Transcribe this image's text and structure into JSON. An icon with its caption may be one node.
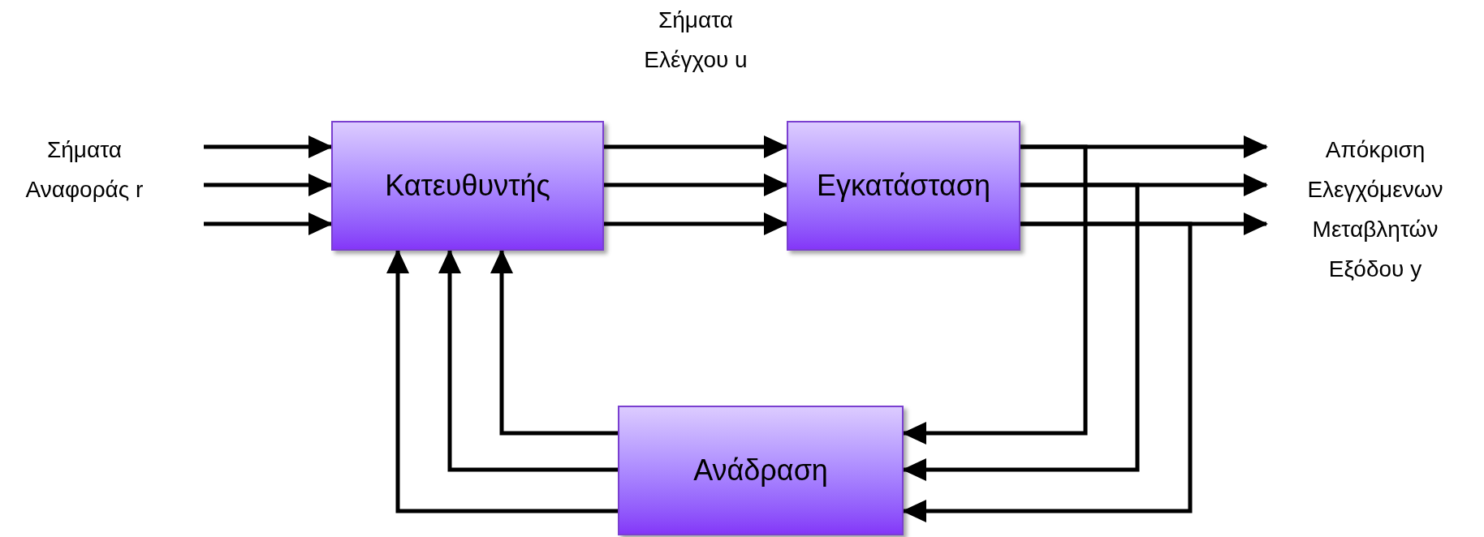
{
  "diagram": {
    "nodes": [
      {
        "text": [
          "Σήματα Αναφοράς r"
        ]
      },
      {
        "text": [
          "Κατευθυντής"
        ]
      },
      {
        "text": [
          "Εγκατάσταση"
        ]
      },
      {
        "text": [
          "Ανάδραση"
        ]
      },
      {
        "text": [
          "Απόκριση Ελεγχόμενων Μεταβλητών Εξόδου y"
        ]
      }
    ],
    "edges": [
      {
        "from": 0,
        "to": 1,
        "arrow": "to"
      },
      {
        "from": 0,
        "to": 1,
        "arrow": "to"
      },
      {
        "from": 0,
        "to": 1,
        "arrow": "to"
      },
      {
        "from": 1,
        "to": 2,
        "arrow": "to"
      },
      {
        "from": 1,
        "to": 2,
        "arrow": "to"
      },
      {
        "from": 1,
        "to": 2,
        "arrow": "to"
      },
      {
        "from": 2,
        "to": 4,
        "arrow": "to"
      },
      {
        "from": 2,
        "to": 4,
        "arrow": "to"
      },
      {
        "from": 2,
        "to": 4,
        "arrow": "to"
      },
      {
        "from": 2,
        "to": 3,
        "arrow": "to"
      },
      {
        "from": 2,
        "to": 3,
        "arrow": "to"
      },
      {
        "from": 2,
        "to": 3,
        "arrow": "to"
      },
      {
        "from": 3,
        "to": 1,
        "arrow": "to"
      },
      {
        "from": 3,
        "to": 1,
        "arrow": "to"
      },
      {
        "from": 3,
        "to": 1,
        "arrow": "to"
      }
    ],
    "labels": [
      "Σήματα Ελέγχου u"
    ]
  }
}
